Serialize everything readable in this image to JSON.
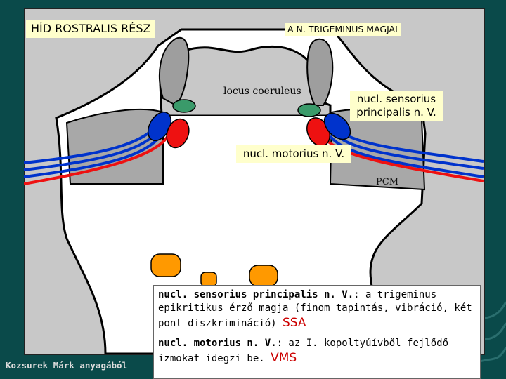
{
  "title": "HÍD ROSTRALIS RÉSZ",
  "subtitle": "A N. TRIGEMINUS MAGJAI",
  "labels": {
    "locus_coeruleus": "locus coeruleus",
    "sensory_nucleus": "nucl. sensorius principalis n. V.",
    "motor_nucleus": "nucl. motorius n. V.",
    "pcm": "PCM"
  },
  "info": {
    "sensory": {
      "term": "nucl. sensorius principalis n. V.",
      "text": ": a trigeminus epikritikus érző magja (finom tapintás, vibráció, két pont diszkrimináció)",
      "code": "SSA"
    },
    "motor": {
      "term": "nucl. motorius n. V.",
      "text": ": az I. kopoltyúívből fejlődő izmokat idegzi be.",
      "code": "VMS"
    }
  },
  "footer": "Kozsurek Márk anyagából",
  "colors": {
    "background": "#0a4a4a",
    "panel": "#c8c8c8",
    "tissue": "#ffffff",
    "structure_gray": "#9e9e9e",
    "sensory_blue": "#0033cc",
    "motor_red": "#ee1111",
    "locus_green": "#3a9a6a",
    "nucleus_orange": "#ff9900",
    "label_bg": "#ffffcc"
  }
}
